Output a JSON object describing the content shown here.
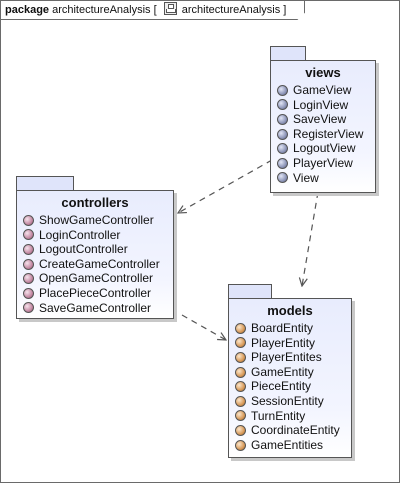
{
  "frame": {
    "keyword": "package",
    "name": "architectureAnalysis",
    "bracket_open": "[",
    "icon": "package-diagram-icon",
    "diagram_name": "architectureAnalysis",
    "bracket_close": "]"
  },
  "packages": {
    "views": {
      "name": "views",
      "item_icon_color": "#8d95b8",
      "items": [
        "GameView",
        "LoginView",
        "SaveView",
        "RegisterView",
        "LogoutView",
        "PlayerView",
        "View"
      ]
    },
    "controllers": {
      "name": "controllers",
      "item_icon_color": "#c48aa4",
      "items": [
        "ShowGameController",
        "LoginController",
        "LogoutController",
        "CreateGameController",
        "OpenGameController",
        "PlacePieceController",
        "SaveGameController"
      ]
    },
    "models": {
      "name": "models",
      "item_icon_color": "#d89a5a",
      "items": [
        "BoardEntity",
        "PlayerEntity",
        "PlayerEntites",
        "GameEntity",
        "PieceEntity",
        "SessionEntity",
        "TurnEntity",
        "CoordinateEntity",
        "GameEntities"
      ]
    }
  },
  "dependencies": [
    {
      "from": "views",
      "to": "controllers"
    },
    {
      "from": "views",
      "to": "models"
    },
    {
      "from": "controllers",
      "to": "models"
    }
  ],
  "colors": {
    "package_fill": "#e8ecfd",
    "package_border": "#555555",
    "dependency_line": "#555555"
  }
}
